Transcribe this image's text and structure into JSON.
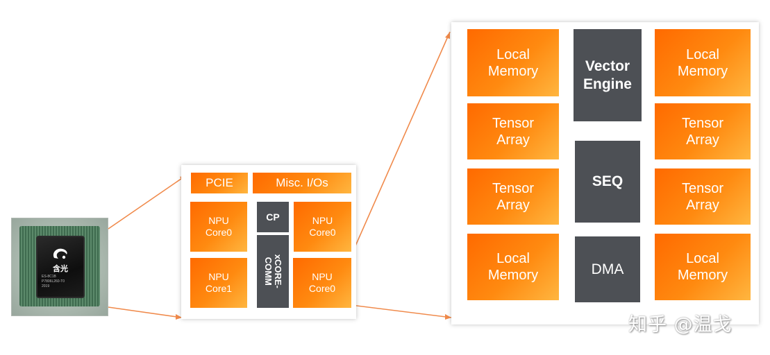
{
  "chip": {
    "name": "含光",
    "fine_print": "ES-8C1B\nP7806L260-T0\n2019"
  },
  "soc": {
    "pcie": "PCIE",
    "misc_io": "Misc. I/Os",
    "cp": "CP",
    "xcore_comm": "xCORE-\nCOMM",
    "npu_cores": [
      "NPU\nCore0",
      "NPU\nCore1",
      "NPU\nCore0",
      "NPU\nCore0"
    ]
  },
  "core": {
    "left_column": [
      "Local\nMemory",
      "Tensor\nArray",
      "Tensor\nArray",
      "Local\nMemory"
    ],
    "right_column": [
      "Local\nMemory",
      "Tensor\nArray",
      "Tensor\nArray",
      "Local\nMemory"
    ],
    "vector_engine": "Vector\nEngine",
    "seq": "SEQ",
    "dma": "DMA"
  },
  "watermark": "知乎 @温戈",
  "colors": {
    "orange": "#ff7a00",
    "gray": "#4d5055",
    "connector": "#f08a4b"
  }
}
